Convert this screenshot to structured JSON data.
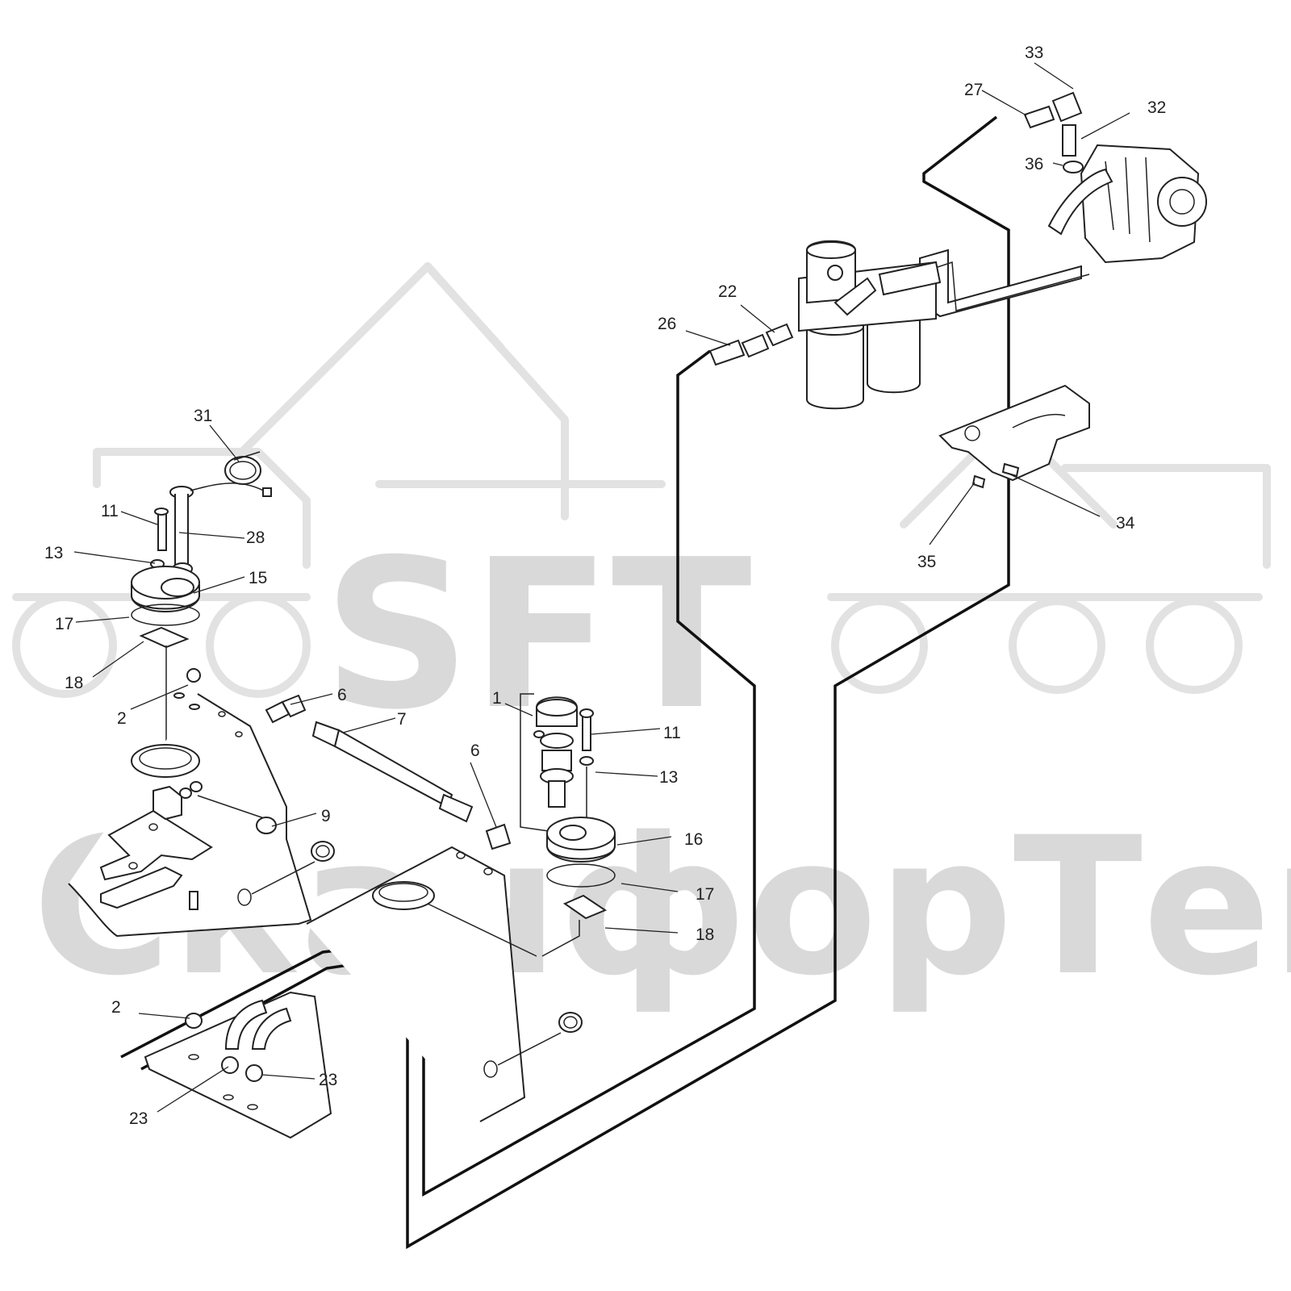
{
  "watermark": {
    "brand": "SFT",
    "company": "СканфорТек"
  },
  "callouts": [
    {
      "id": "c1",
      "text": "1"
    },
    {
      "id": "c2a",
      "text": "2"
    },
    {
      "id": "c2b",
      "text": "2"
    },
    {
      "id": "c6a",
      "text": "6"
    },
    {
      "id": "c6b",
      "text": "6"
    },
    {
      "id": "c7",
      "text": "7"
    },
    {
      "id": "c9",
      "text": "9"
    },
    {
      "id": "c11a",
      "text": "11"
    },
    {
      "id": "c11b",
      "text": "11"
    },
    {
      "id": "c13a",
      "text": "13"
    },
    {
      "id": "c13b",
      "text": "13"
    },
    {
      "id": "c15",
      "text": "15"
    },
    {
      "id": "c16",
      "text": "16"
    },
    {
      "id": "c17a",
      "text": "17"
    },
    {
      "id": "c17b",
      "text": "17"
    },
    {
      "id": "c18a",
      "text": "18"
    },
    {
      "id": "c18b",
      "text": "18"
    },
    {
      "id": "c22",
      "text": "22"
    },
    {
      "id": "c23a",
      "text": "23"
    },
    {
      "id": "c23b",
      "text": "23"
    },
    {
      "id": "c26",
      "text": "26"
    },
    {
      "id": "c27",
      "text": "27"
    },
    {
      "id": "c28",
      "text": "28"
    },
    {
      "id": "c31",
      "text": "31"
    },
    {
      "id": "c32",
      "text": "32"
    },
    {
      "id": "c33",
      "text": "33"
    },
    {
      "id": "c34",
      "text": "34"
    },
    {
      "id": "c35",
      "text": "35"
    },
    {
      "id": "c36",
      "text": "36"
    }
  ]
}
